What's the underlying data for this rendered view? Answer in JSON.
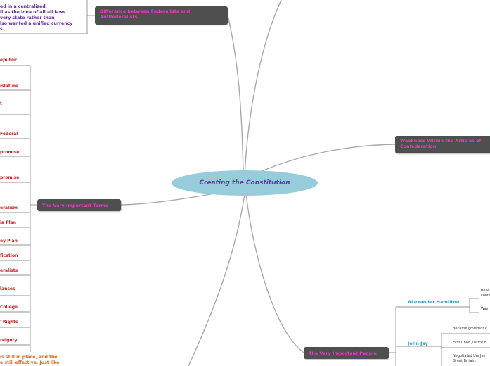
{
  "center": {
    "title": "Creating the Constitution"
  },
  "topics": {
    "differences": "Difference between Federalists and Antifederalists.",
    "weaknesses": "Weakness Within the Articles of Confederation.",
    "terms": "The Very Important Terms",
    "people": "The Very Important People"
  },
  "differences_note": {
    "line1": "ed in a centralized",
    "line2": "ll as the idea of all all laws",
    "line3": "very state rather than",
    "line4": "lso wanted a unified currency",
    "line5": "s."
  },
  "terms": [
    "epublic",
    "islature",
    "t",
    "Federal",
    "promise",
    "promise",
    "eralism",
    "ia Plan",
    "ey Plan",
    "fication",
    "eralists",
    "lances",
    "College",
    "' Rights",
    "reignty"
  ],
  "bottom_note": {
    "line1": " is still in place, and  the",
    "line2": "e still effective. Just like"
  },
  "people": [
    {
      "name": "ALexander Hamilton",
      "details": [
        "Belie",
        "confe",
        "Was"
      ]
    },
    {
      "name": "John Jay",
      "details": [
        "Became governor c",
        "First Chief Justice c",
        "Negotiated the Jay\nGreat Britain."
      ]
    }
  ],
  "colors": {
    "center_fill": "#97cddb",
    "center_text": "#6b2fa6",
    "topic_fill": "#4f4f4f",
    "topic_text": "#e23cc6",
    "term_text": "#cc1d1d",
    "note_text": "#6a2aa0",
    "person_text": "#2aa2c6",
    "branch": "#a9a9a9"
  }
}
